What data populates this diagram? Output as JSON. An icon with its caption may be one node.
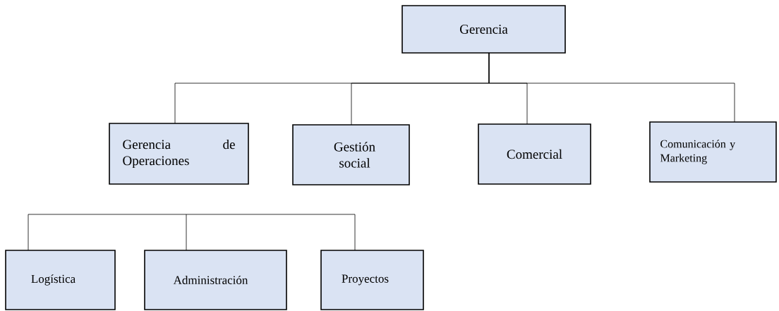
{
  "diagram": {
    "nodes": [
      {
        "text": [
          "Gerencia"
        ]
      },
      {
        "text": [
          "Gerencia de Operaciones"
        ]
      },
      {
        "text": [
          "Gestión social"
        ]
      },
      {
        "text": [
          "Comercial"
        ]
      },
      {
        "text": [
          "Comunicación y Marketing"
        ]
      },
      {
        "text": [
          "Logística"
        ]
      },
      {
        "text": [
          "Administración"
        ]
      },
      {
        "text": [
          "Proyectos"
        ]
      }
    ],
    "edges": [
      {
        "from": 0,
        "to": 1,
        "arrow": "none"
      },
      {
        "from": 0,
        "to": 2,
        "arrow": "none"
      },
      {
        "from": 0,
        "to": 3,
        "arrow": "none"
      },
      {
        "from": 0,
        "to": 4,
        "arrow": "none"
      },
      {
        "from": null,
        "to": 5,
        "arrow": "none"
      },
      {
        "from": null,
        "to": 6,
        "arrow": "none"
      },
      {
        "from": null,
        "to": 7,
        "arrow": "none"
      }
    ]
  }
}
